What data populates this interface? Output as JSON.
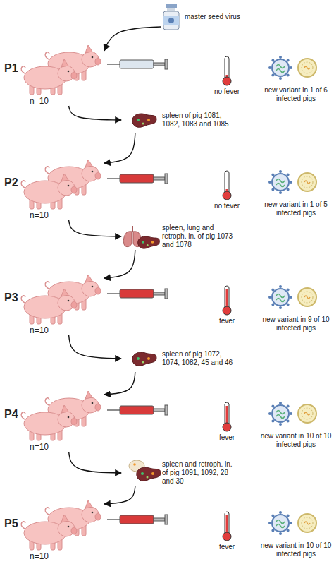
{
  "diagram": {
    "nodes": [
      {
        "text": [
          "master seed virus"
        ]
      },
      {
        "text": [
          "P1",
          "n=10"
        ]
      },
      {
        "text": [
          "spleen of pig 1081, 1082, 1083 and 1085"
        ]
      },
      {
        "text": [
          "P2",
          "n=10"
        ]
      },
      {
        "text": [
          "spleen, lung and retroph. ln. of pig 1073 and 1078"
        ]
      },
      {
        "text": [
          "P3",
          "n=10"
        ]
      },
      {
        "text": [
          "spleen of pig 1072, 1074, 1082, 45 and 46"
        ]
      },
      {
        "text": [
          "P4",
          "n=10"
        ]
      },
      {
        "text": [
          "spleen and retroph. ln. of pig 1091, 1092, 28 and 30"
        ]
      },
      {
        "text": [
          "P5",
          "n=10"
        ]
      }
    ],
    "edges": [
      {
        "from": 0,
        "to": 1,
        "arrow": "to"
      },
      {
        "from": 1,
        "to": 2,
        "arrow": "to"
      },
      {
        "from": 2,
        "to": 3,
        "arrow": "to"
      },
      {
        "from": 3,
        "to": 4,
        "arrow": "to"
      },
      {
        "from": 4,
        "to": 5,
        "arrow": "to"
      },
      {
        "from": 5,
        "to": 6,
        "arrow": "to"
      },
      {
        "from": 6,
        "to": 7,
        "arrow": "to"
      },
      {
        "from": 7,
        "to": 8,
        "arrow": "to"
      },
      {
        "from": 8,
        "to": 9,
        "arrow": "to"
      }
    ],
    "labels": [
      "no fever",
      "new variant in 1 of 6 infected pigs",
      "no fever",
      "new variant in 1 of 5 infected pigs",
      "fever",
      "new variant in 9 of 10 infected pigs",
      "fever",
      "new variant in 10 of 10 infected pigs",
      "fever",
      "new variant in 10 of 10 infected pigs"
    ]
  }
}
